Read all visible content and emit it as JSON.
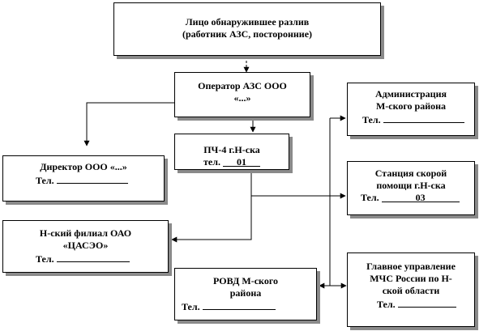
{
  "boxes": {
    "source": {
      "line1": "Лицо обнаружившее разлив",
      "line2": "(работник АЗС, посторонние)"
    },
    "operator": {
      "line1": "Оператор АЗС ООО",
      "line2": "«...»"
    },
    "fire": {
      "line1": "ПЧ-4 г.Н-ска",
      "tel_label": "тел.",
      "tel_value": "01"
    },
    "director": {
      "line1": "Директор ООО «...»",
      "tel_label": "Тел."
    },
    "tsaseo": {
      "line1": "Н-ский филиал ОАО",
      "line2": "«ЦАСЭО»",
      "tel_label": "Тел."
    },
    "rovd": {
      "line1": "РОВД М-ского",
      "line2": "района",
      "tel_label": "Тел."
    },
    "admin": {
      "line1": "Администрация",
      "line2": "М-ского района",
      "tel_label": "Тел."
    },
    "ambulance": {
      "line1": "Станция скорой",
      "line2": "помощи г.Н-ска",
      "tel_label": "Тел.",
      "tel_value": "03"
    },
    "mchs": {
      "line1": "Главное управление",
      "line2": "МЧС России по Н-",
      "line3": "ской области",
      "tel_label": "Тел."
    }
  }
}
